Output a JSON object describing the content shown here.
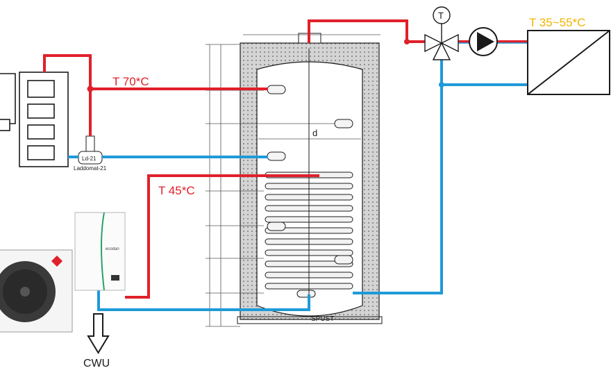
{
  "labels": {
    "t70": "T 70*C",
    "t45": "T 45*C",
    "t3555": "T 35~55*C",
    "ld21": "Ld-21",
    "laddomat": "Laddomat-21",
    "diameter": "d",
    "spust": "SPUST",
    "cwu": "CWU",
    "thermo": "T",
    "ecodan": "ecodan"
  },
  "colors": {
    "hot_pipe": "#e0202a",
    "cold_pipe": "#1f9ad8",
    "outline": "#1a1a1a",
    "insulation": "#bdbdbd",
    "dim_line": "#555555",
    "t3555_text": "#f2b400",
    "ecodan_stripe": "#2aa06a"
  },
  "icons": [
    "boiler-icon",
    "laddomat-valve-icon",
    "heat-pump-icon",
    "hydrobox-icon",
    "tank-icon",
    "coil-icon",
    "three-way-valve-icon",
    "thermostat-icon",
    "pump-icon",
    "heat-exchanger-icon",
    "arrow-down-icon"
  ]
}
